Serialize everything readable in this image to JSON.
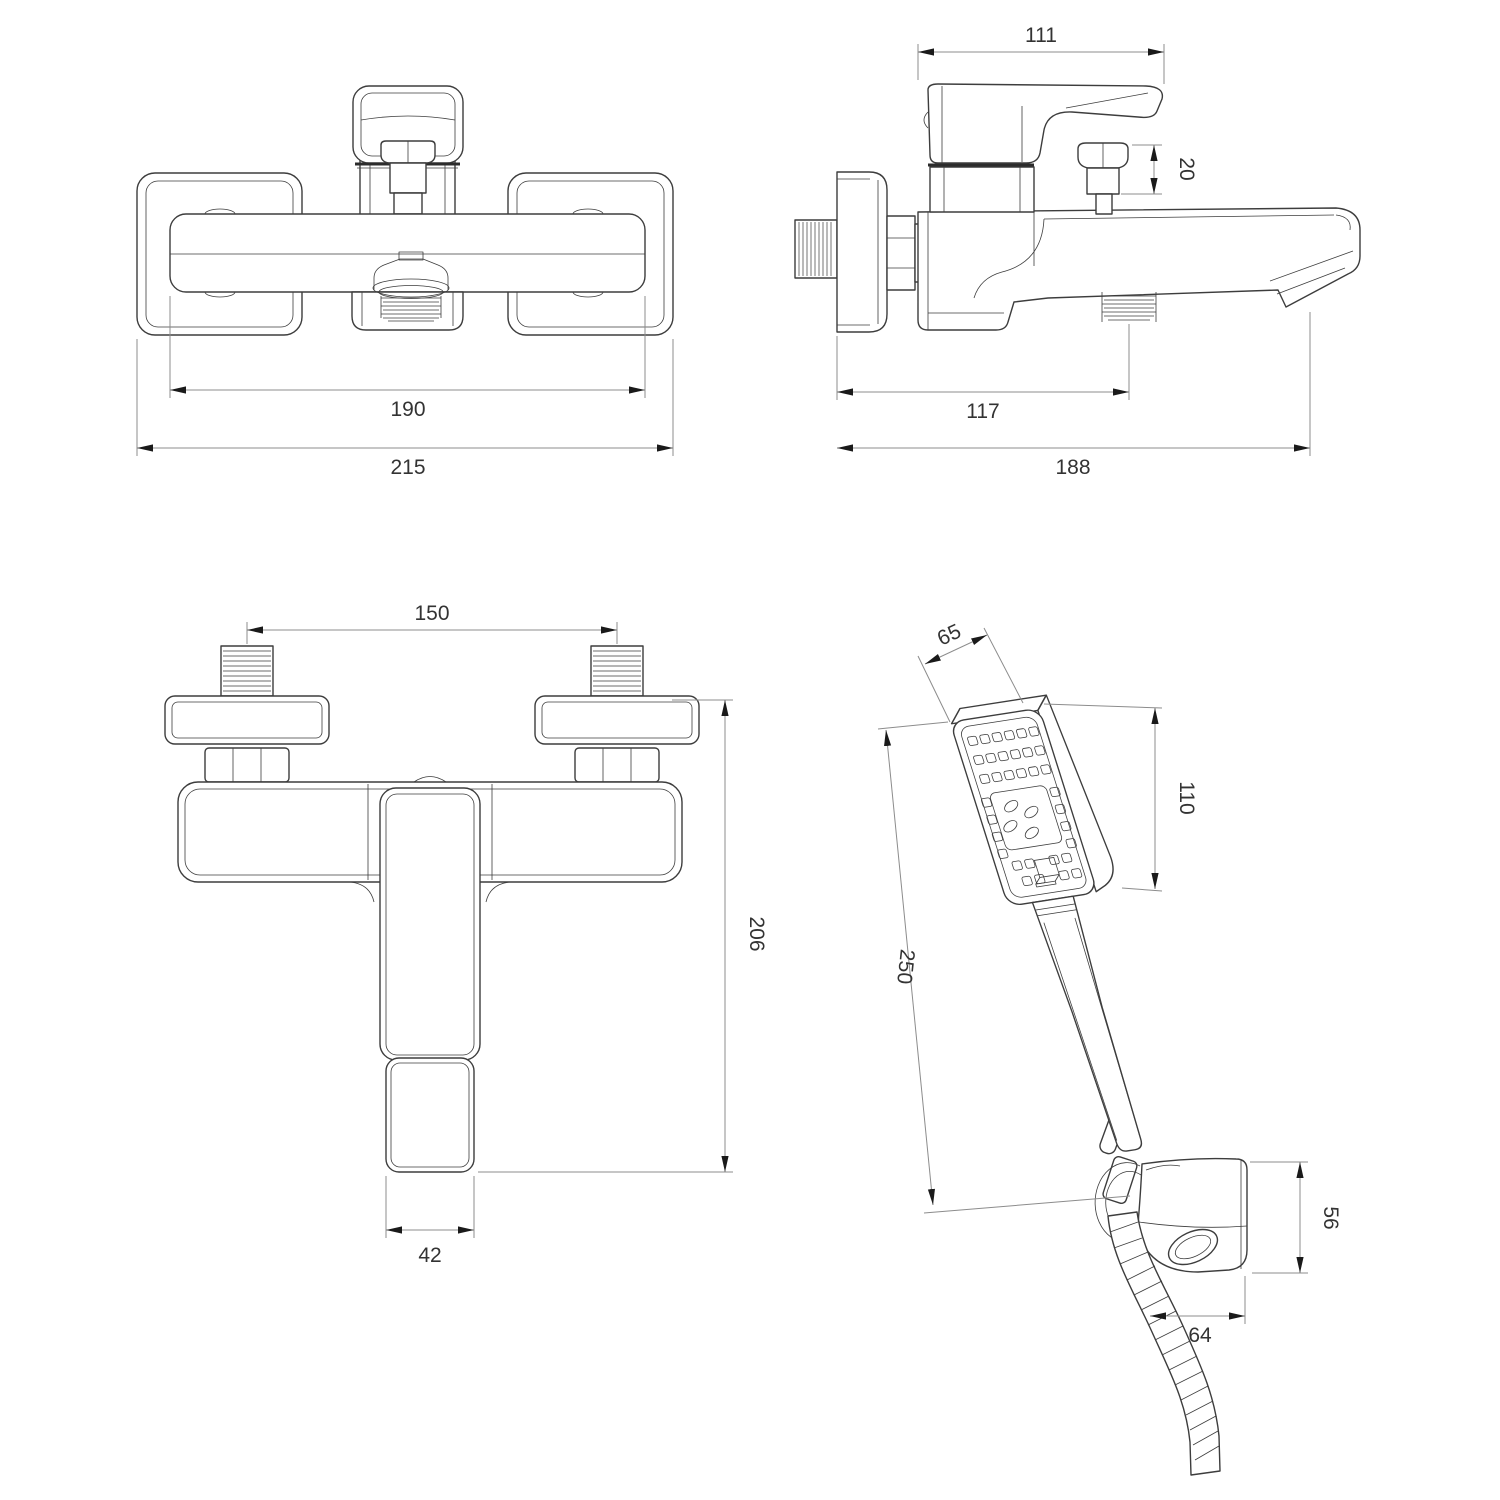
{
  "colors": {
    "outline": "#3d3d3d",
    "dimension_line": "#8c8c8c",
    "arrow": "#1a1a1a",
    "text": "#333333",
    "background": "#ffffff"
  },
  "views": {
    "front": {
      "dims": {
        "d190": "190",
        "d215": "215"
      }
    },
    "side": {
      "dims": {
        "d111": "111",
        "d20": "20",
        "d117": "117",
        "d188": "188"
      }
    },
    "top": {
      "dims": {
        "d150": "150",
        "d206": "206",
        "d42": "42"
      }
    },
    "shower": {
      "dims": {
        "d65": "65",
        "d110": "110",
        "d250": "250",
        "d56": "56",
        "d64": "64"
      }
    }
  }
}
